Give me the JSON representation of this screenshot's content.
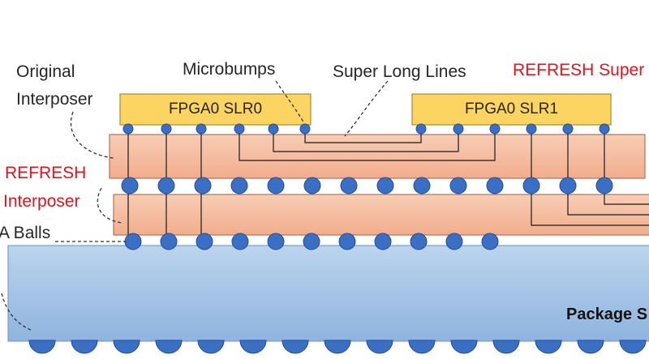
{
  "labels": {
    "original_interposer_line1": "Original",
    "original_interposer_line2": "Interposer",
    "microbumps": "Microbumps",
    "super_long_lines": "Super Long Lines",
    "refresh_super": "REFRESH Super",
    "refresh_interposer_line1": "REFRESH",
    "refresh_interposer_line2": "Interposer",
    "bga_balls": "A Balls",
    "package_substrate": "Package S"
  },
  "chips": {
    "slr0": "FPGA0 SLR0",
    "slr1": "FPGA0 SLR1"
  },
  "colors": {
    "chip_fill": "#fcd462",
    "chip_stroke": "#a88b2e",
    "interposer_fill": "#f6c0a4",
    "interposer_stroke": "#b0735a",
    "bump_fill": "#3a6fc4",
    "bump_stroke": "#1f4f9e",
    "substrate_top": "#bcd4ee",
    "substrate_bottom": "#8fb4de",
    "label_red": "#e8121a"
  }
}
